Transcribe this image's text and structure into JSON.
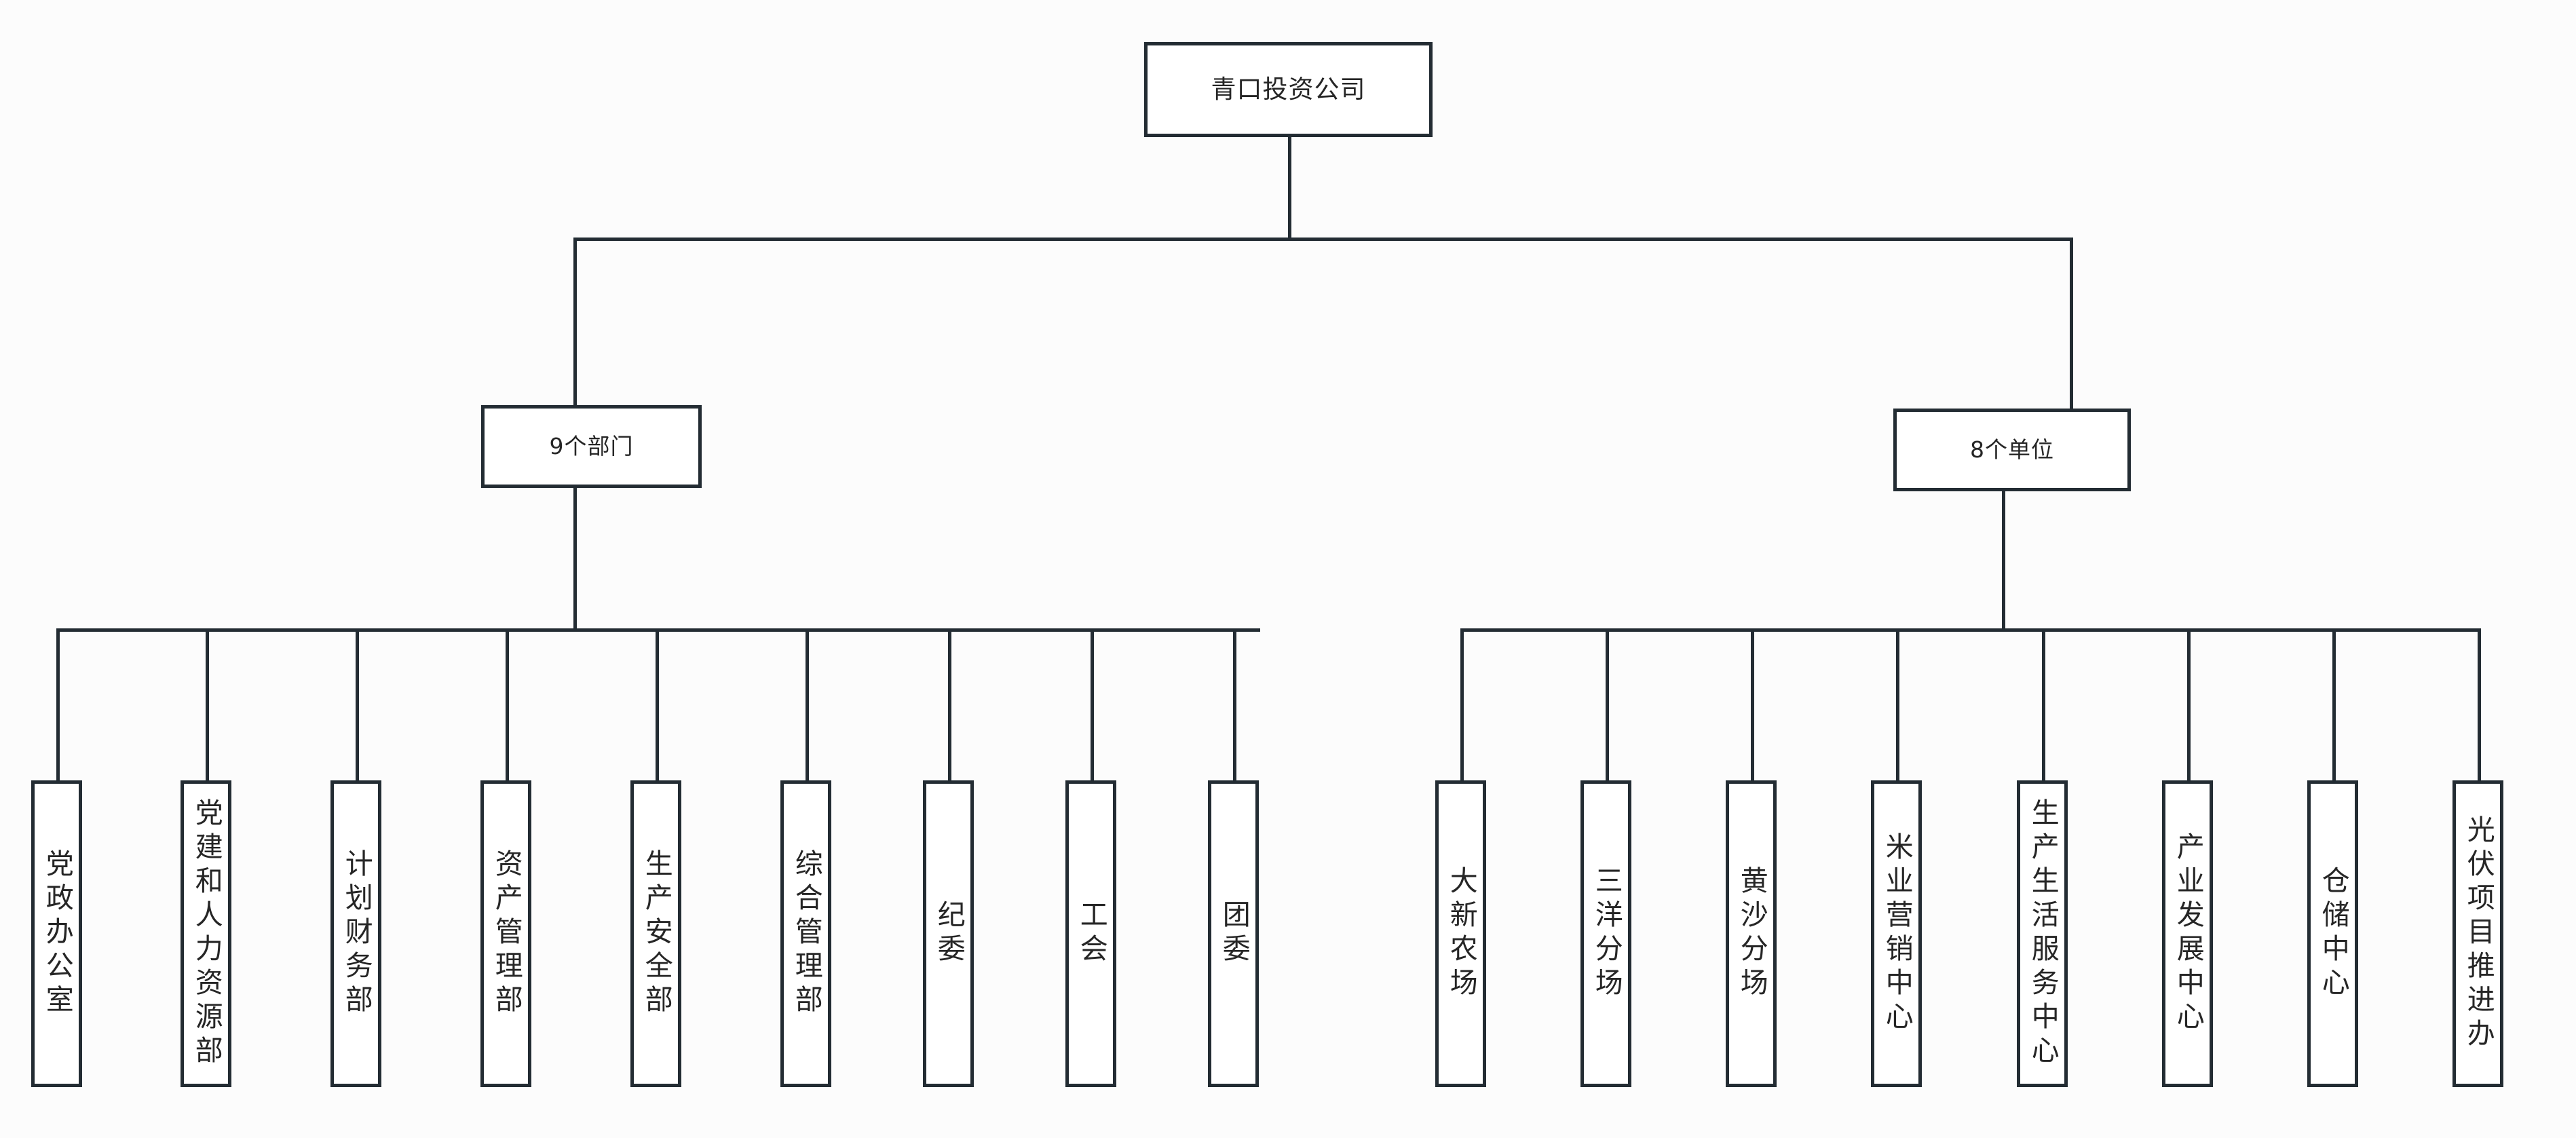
{
  "diagram": {
    "type": "organization-chart",
    "title_text": "青口投资公司",
    "colors": {
      "background": "#fcfcfc",
      "box_fill": "#ffffff",
      "border": "#232c33",
      "text": "#262626",
      "connector": "#232c33"
    },
    "root": {
      "label": "青口投资公司"
    },
    "branches": [
      {
        "label": "9个部门"
      },
      {
        "label": "8个单位"
      }
    ],
    "departments": [
      {
        "label": "党政办公室"
      },
      {
        "label": "党建和人力资源部"
      },
      {
        "label": "计划财务部"
      },
      {
        "label": "资产管理部"
      },
      {
        "label": "生产安全部"
      },
      {
        "label": "综合管理部"
      },
      {
        "label": "纪委"
      },
      {
        "label": "工会"
      },
      {
        "label": "团委"
      }
    ],
    "units": [
      {
        "label": "大新农场"
      },
      {
        "label": "三洋分场"
      },
      {
        "label": "黄沙分场"
      },
      {
        "label": "米业营销中心"
      },
      {
        "label": "生产生活服务中心"
      },
      {
        "label": "产业发展中心"
      },
      {
        "label": "仓储中心"
      },
      {
        "label": "光伏项目推进办"
      }
    ]
  }
}
